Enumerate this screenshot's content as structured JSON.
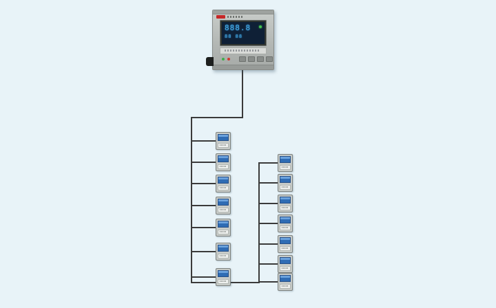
{
  "page": {
    "background_color": "#e8f3f8",
    "description_colors": {
      "wire": "#3a3a3a",
      "controller_body": "#b7bbb8",
      "controller_display_bg": "#0f2036",
      "controller_digit": "#49b4f0",
      "controller_logo": "#c62828",
      "device_body": "#c7cbc8",
      "device_display": "#2f6cb4",
      "device_label": "#eef0ee"
    }
  },
  "controller": {
    "display": {
      "line1": "888.8",
      "line2": "88 88"
    },
    "led_colors": [
      "#3fae4a",
      "#d03a30"
    ],
    "key_count": 4
  },
  "topology": {
    "left_branch_device_count": 7,
    "right_branch_device_count": 7
  }
}
